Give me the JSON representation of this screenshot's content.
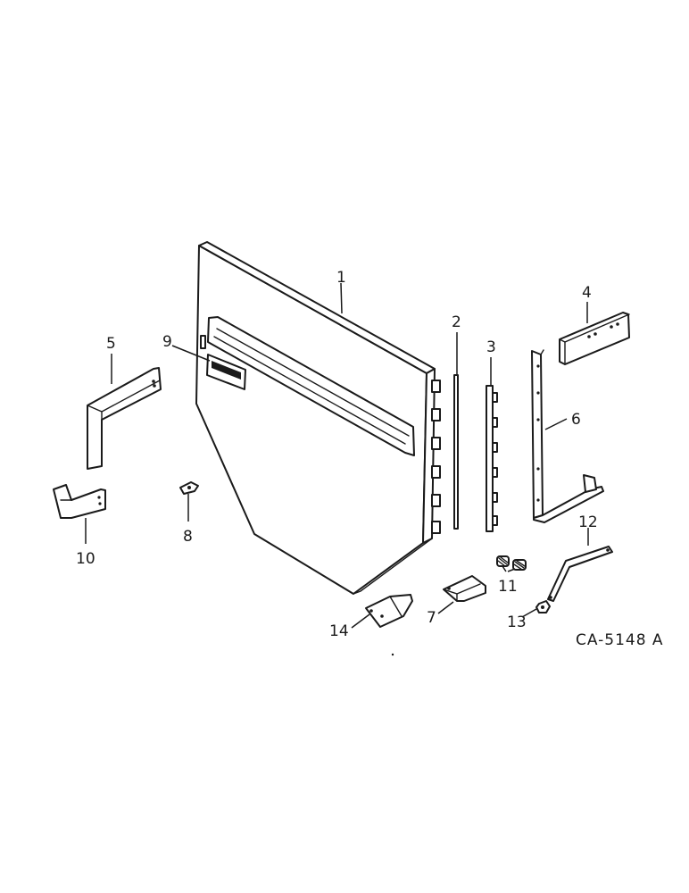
{
  "diagram": {
    "figure_code": "CA-5148 A",
    "callouts": {
      "c1": "1",
      "c2": "2",
      "c3": "3",
      "c4": "4",
      "c5": "5",
      "c6": "6",
      "c7": "7",
      "c8": "8",
      "c9": "9",
      "c10": "10",
      "c11": "11",
      "c12": "12",
      "c13": "13",
      "c14": "14"
    }
  }
}
